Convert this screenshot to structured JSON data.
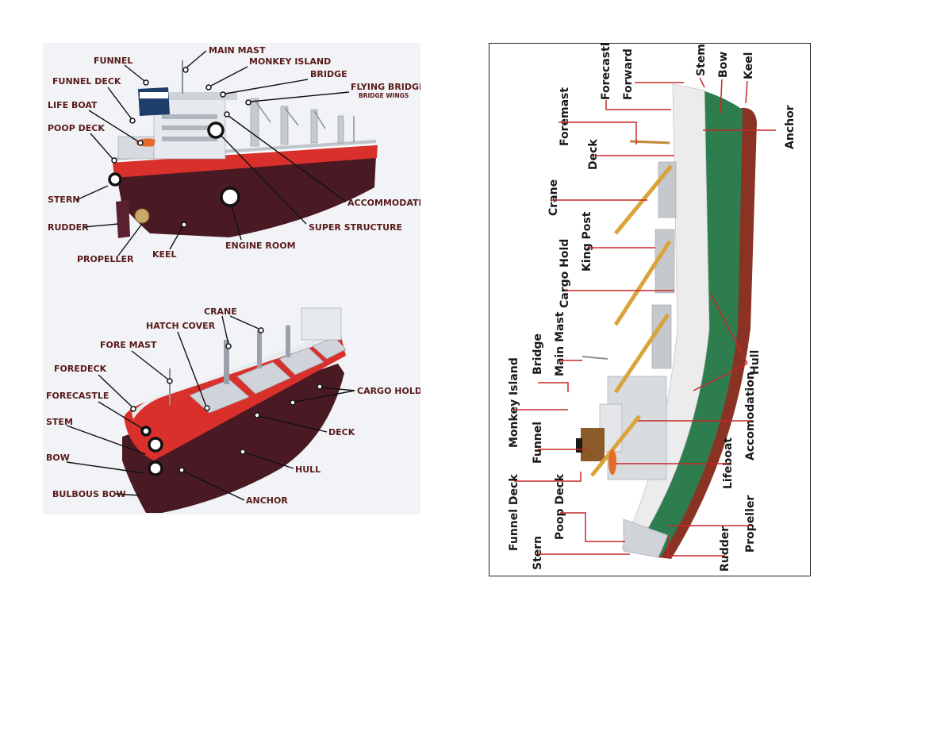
{
  "top_left_labels": {
    "main_mast": "MAIN MAST",
    "funnel": "FUNNEL",
    "monkey_island": "MONKEY ISLAND",
    "bridge": "BRIDGE",
    "funnel_deck": "FUNNEL DECK",
    "flying_bridge": "FLYING BRIDGE",
    "bridge_wings": "BRIDGE WINGS",
    "life_boat": "LIFE BOAT",
    "poop_deck": "POOP DECK",
    "stern": "STERN",
    "accommodation": "ACCOMMODATION",
    "rudder": "RUDDER",
    "super_structure": "SUPER STRUCTURE",
    "engine_room": "ENGINE ROOM",
    "propeller": "PROPELLER",
    "keel": "KEEL"
  },
  "bottom_left_labels": {
    "crane": "CRANE",
    "hatch_cover": "HATCH COVER",
    "fore_mast": "FORE MAST",
    "foredeck": "FOREDECK",
    "cargo_hold": "CARGO HOLD",
    "forecastle": "FORECASTLE",
    "stem": "STEM",
    "deck": "DECK",
    "bow": "BOW",
    "hull": "HULL",
    "bulbous_bow": "BULBOUS BOW",
    "anchor": "ANCHOR"
  },
  "right_labels": {
    "forecastle": "Forecastle",
    "forward": "Forward",
    "stem": "Stem",
    "bow": "Bow",
    "keel": "Keel",
    "foremast": "Foremast",
    "anchor": "Anchor",
    "deck": "Deck",
    "crane": "Crane",
    "king_post": "King Post",
    "cargo_hold": "Cargo Hold",
    "main_mast": "Main Mast",
    "bridge": "Bridge",
    "monkey_island": "Monkey Island",
    "hull": "Hull",
    "accomodation": "Accomodation",
    "funnel": "Funnel",
    "lifeboat": "Lifeboat",
    "funnel_deck": "Funnel Deck",
    "poop_deck": "Poop Deck",
    "propeller": "Propeller",
    "rudder": "Rudder",
    "stern": "Stern"
  },
  "colors": {
    "hull_red": "#d9302c",
    "hull_dark": "#4a1a24",
    "right_hull_green": "#2e7d4f",
    "right_hull_red": "#8a3324",
    "crane_yellow": "#d9a43a",
    "label_maroon": "#5a1a1a",
    "leader_red": "#c62828"
  }
}
